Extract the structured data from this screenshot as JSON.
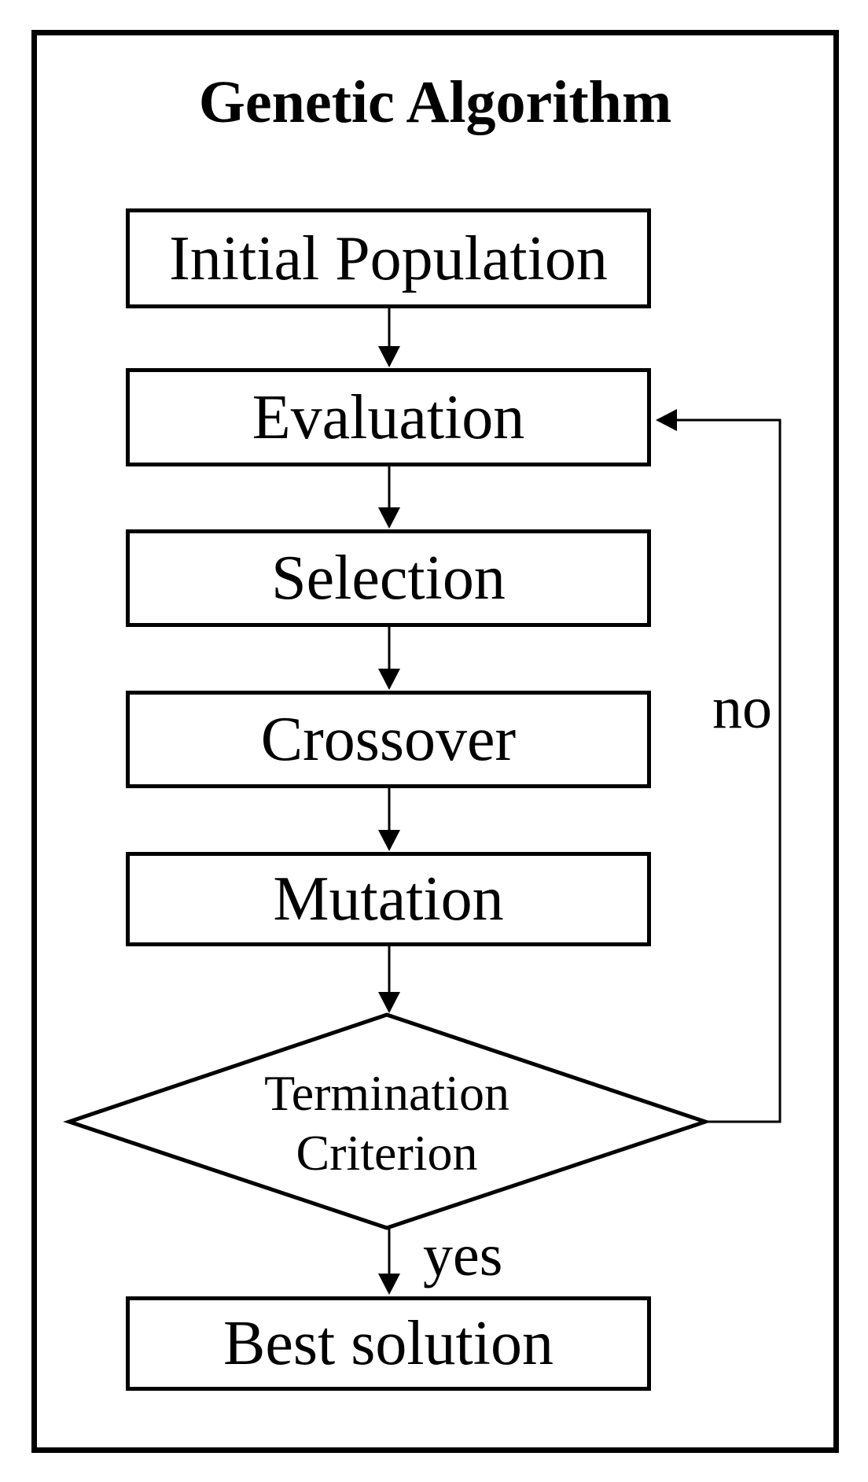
{
  "flow": {
    "title": "Genetic Algorithm",
    "nodes": [
      {
        "id": "initial-population",
        "type": "process",
        "label": "Initial Population"
      },
      {
        "id": "evaluation",
        "type": "process",
        "label": "Evaluation"
      },
      {
        "id": "selection",
        "type": "process",
        "label": "Selection"
      },
      {
        "id": "crossover",
        "type": "process",
        "label": "Crossover"
      },
      {
        "id": "mutation",
        "type": "process",
        "label": "Mutation"
      },
      {
        "id": "termination-criterion",
        "type": "decision",
        "line1": "Termination",
        "line2": "Criterion"
      },
      {
        "id": "best-solution",
        "type": "process",
        "label": "Best solution"
      }
    ],
    "branch_labels": {
      "no": "no",
      "yes": "yes"
    },
    "colors": {
      "stroke": "#000000",
      "fill": "#ffffff",
      "text": "#000000"
    }
  }
}
